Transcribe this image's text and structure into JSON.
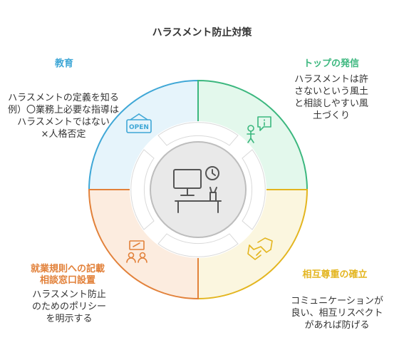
{
  "title": "ハラスメント防止対策",
  "sections": {
    "top_left": {
      "heading": "教育",
      "color": "#3fa7d6",
      "fill": "#e6f4fb",
      "lines": [
        "ハラスメントの定義を知る",
        "例）〇業務上必要な指導は",
        "ハラスメントではない",
        "×人格否定"
      ],
      "icon": "open-sign-icon"
    },
    "top_right": {
      "heading": "トップの発信",
      "color": "#3bb77e",
      "fill": "#e3f8ec",
      "lines": [
        "ハラスメントは許",
        "さないという風土",
        "と相談しやすい風",
        "土づくり"
      ],
      "icon": "person-speech-icon"
    },
    "bottom_right": {
      "heading": "相互尊重の確立",
      "color": "#e3b51f",
      "fill": "#fbf6df",
      "lines": [
        "コミュニケーションが",
        "良い、相互リスペクト",
        "があれば防げる"
      ],
      "icon": "handshake-icon"
    },
    "bottom_left": {
      "heading_lines": [
        "就業規則への記載",
        "相談窓口設置"
      ],
      "color": "#e2813a",
      "fill": "#fcecdf",
      "lines": [
        "ハラスメント防止",
        "のためのポリシー",
        "を明示する"
      ],
      "icon": "people-gavel-icon"
    }
  },
  "center_icon": "office-desk-icon"
}
